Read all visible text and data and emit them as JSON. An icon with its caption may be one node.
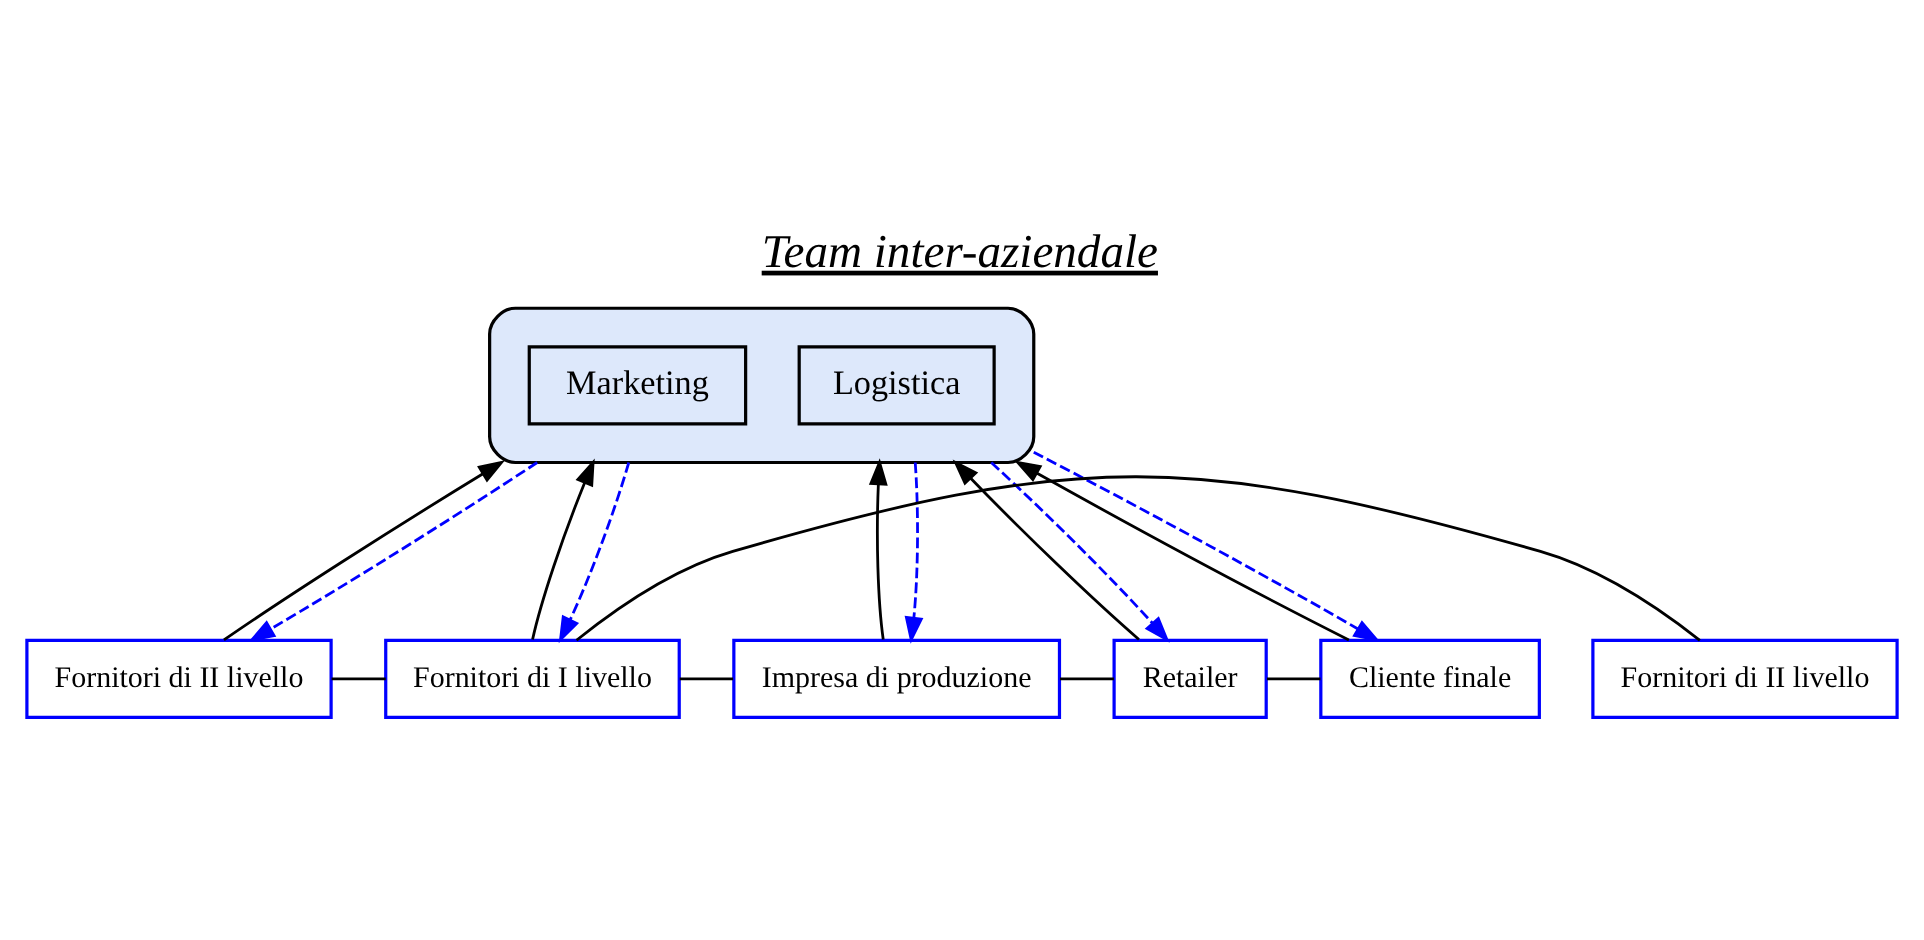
{
  "diagram": {
    "title": "Team inter-aziendale",
    "nodes": [
      {
        "text": [],
        "shape": "ellipse"
      },
      {
        "text": [
          "Marketing"
        ],
        "in": 0
      },
      {
        "text": [
          "Logistica"
        ],
        "in": 0
      },
      {
        "text": [
          "Fornitori di II livello"
        ]
      },
      {
        "text": [
          "Fornitori di II livello"
        ]
      },
      {
        "text": [
          "Fornitori di I livello"
        ]
      },
      {
        "text": [
          "Impresa di produzione"
        ]
      },
      {
        "text": [
          "Retailer"
        ]
      },
      {
        "text": [
          "Cliente finale"
        ]
      }
    ],
    "edges": [
      {
        "from": 3,
        "to": 0,
        "arrow": "to"
      },
      {
        "from": 0,
        "to": 3,
        "arrow": "to",
        "style": "dashed",
        "color": "#0000ff"
      },
      {
        "from": 5,
        "to": 0,
        "arrow": "to"
      },
      {
        "from": 0,
        "to": 5,
        "arrow": "to",
        "style": "dashed",
        "color": "#0000ff"
      },
      {
        "from": 6,
        "to": 0,
        "arrow": "to"
      },
      {
        "from": 0,
        "to": 6,
        "arrow": "to",
        "style": "dashed",
        "color": "#0000ff"
      },
      {
        "from": 7,
        "to": 0,
        "arrow": "to"
      },
      {
        "from": 0,
        "to": 7,
        "arrow": "to",
        "style": "dashed",
        "color": "#0000ff"
      },
      {
        "from": 8,
        "to": 0,
        "arrow": "to"
      },
      {
        "from": 0,
        "to": 8,
        "arrow": "to",
        "style": "dashed",
        "color": "#0000ff"
      },
      {
        "from": 3,
        "to": 5,
        "arrow": "none"
      },
      {
        "from": 4,
        "to": 5,
        "arrow": "none"
      },
      {
        "from": 5,
        "to": 6,
        "arrow": "none"
      },
      {
        "from": 6,
        "to": 7,
        "arrow": "none"
      },
      {
        "from": 7,
        "to": 8,
        "arrow": "none"
      }
    ]
  }
}
